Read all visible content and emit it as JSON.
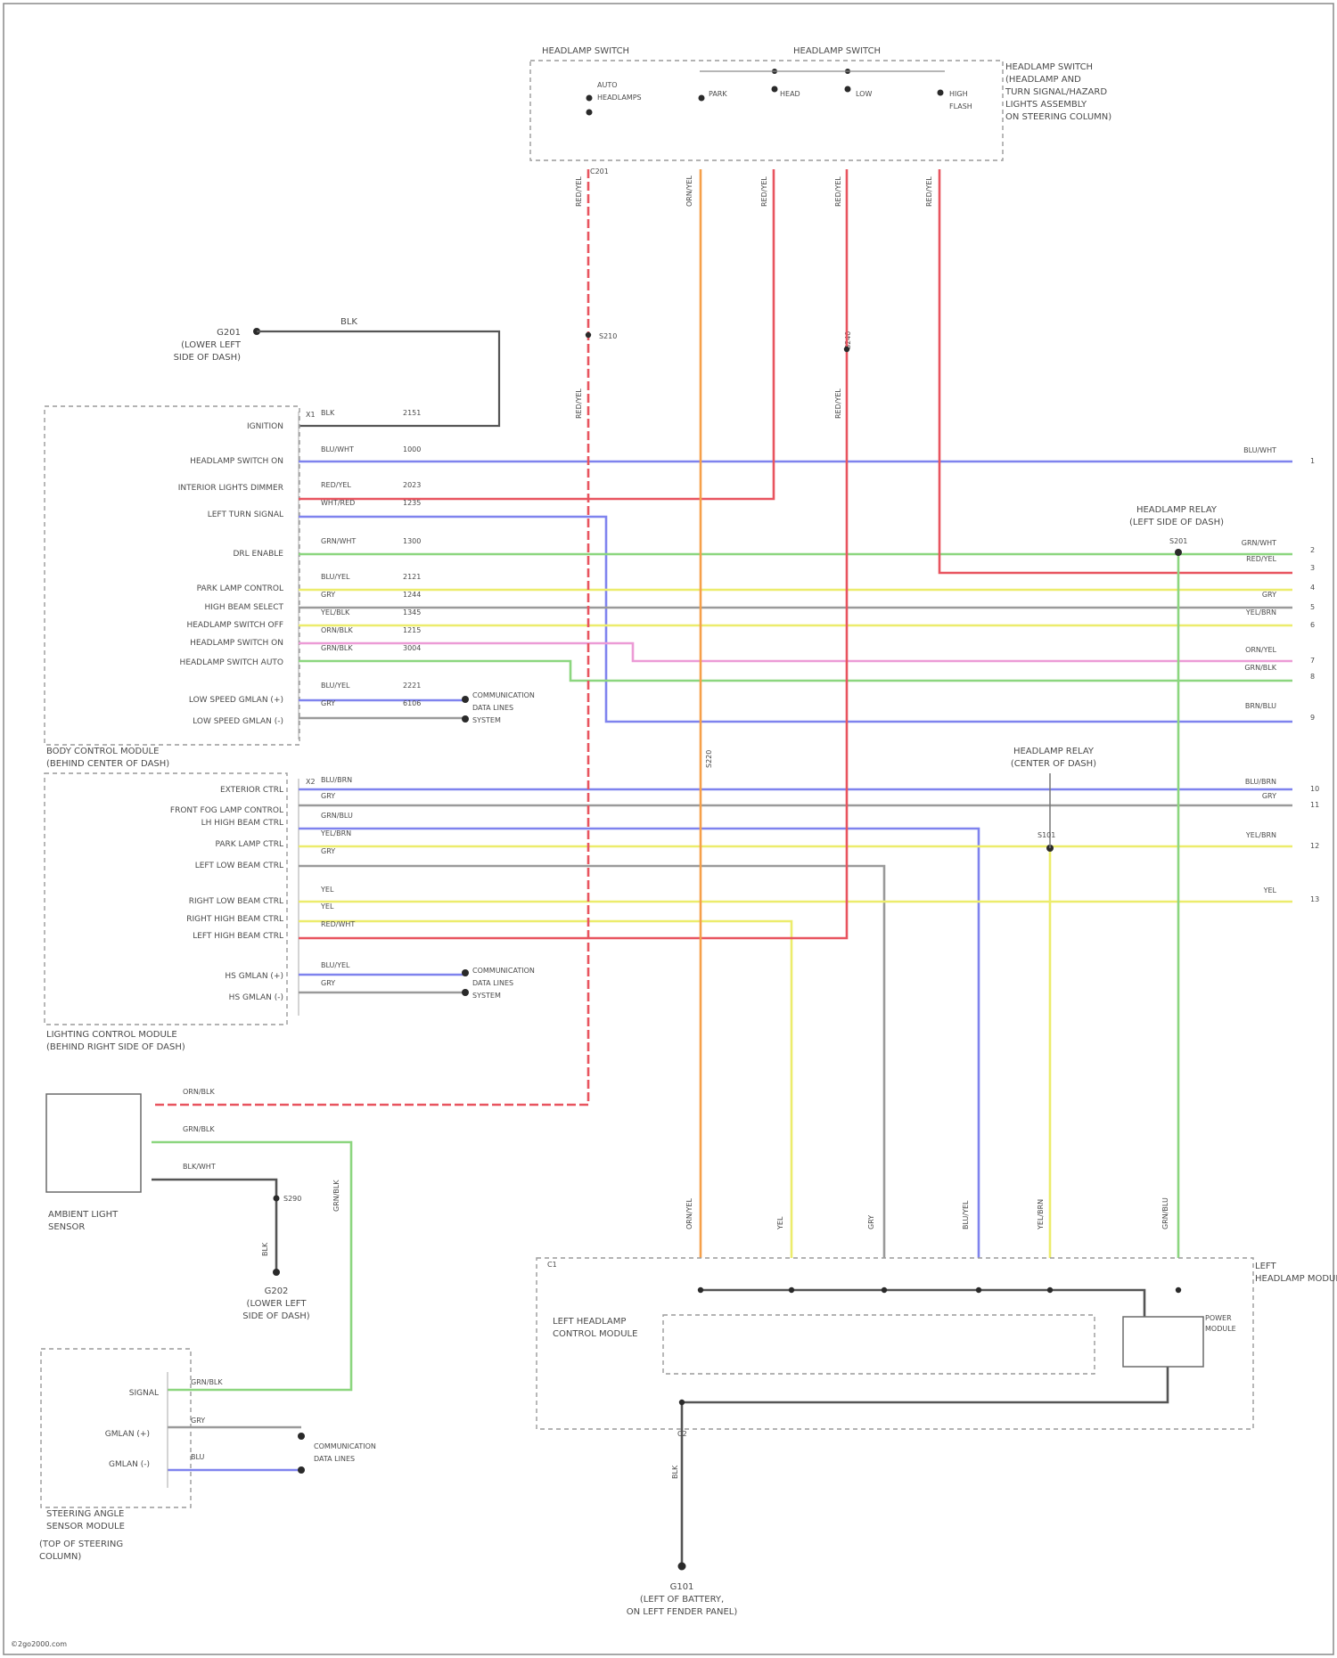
{
  "footer": {
    "text": "©2go2000.com"
  },
  "components": {
    "top_left_section": "HEADLAMP SWITCH",
    "top_right_section": "HEADLAMP SWITCH",
    "top_switch_desc": [
      "HEADLAMP SWITCH",
      "(HEADLAMP AND",
      "TURN SIGNAL/HAZARD",
      "LIGHTS ASSEMBLY",
      "ON STEERING COLUMN)"
    ],
    "switch_positions": [
      "AUTO",
      "HEADLAMPS",
      "PARK",
      "HEAD",
      "LOW",
      "HIGH",
      "FLASH"
    ],
    "ground_top": [
      "G201",
      "(LOWER LEFT",
      "SIDE OF DASH)"
    ],
    "bcm": [
      "BODY CONTROL MODULE",
      "(BEHIND CENTER OF DASH)"
    ],
    "lcm": [
      "LIGHTING CONTROL MODULE",
      "(BEHIND RIGHT SIDE OF DASH)"
    ],
    "ambient": [
      "AMBIENT LIGHT",
      "SENSOR"
    ],
    "ground_mid": [
      "G202",
      "(LOWER LEFT",
      "SIDE OF DASH)"
    ],
    "steering": [
      "STEERING ANGLE",
      "SENSOR MODULE",
      "(TOP OF STEERING",
      "COLUMN)"
    ],
    "relay_left": [
      "HEADLAMP RELAY",
      "(LEFT SIDE OF DASH)"
    ],
    "relay_center": [
      "HEADLAMP RELAY",
      "(CENTER OF DASH)"
    ],
    "data_lines_1": [
      "COMMUNICATION",
      "DATA LINES",
      "SYSTEM"
    ],
    "data_lines_2": [
      "COMMUNICATION",
      "DATA LINES",
      "SYSTEM"
    ],
    "data_lines_3": [
      "COMMUNICATION",
      "DATA LINES"
    ],
    "headlamp_module": [
      "LEFT HEADLAMP",
      "CONTROL MODULE"
    ],
    "power_module": [
      "POWER",
      "MODULE"
    ],
    "headlamp_assy": [
      "LEFT",
      "HEADLAMP MODULE"
    ],
    "ground_bottom": [
      "G101",
      "(LEFT OF BATTERY,",
      "ON LEFT FENDER PANEL)"
    ]
  },
  "bcm_pins": [
    "IGNITION",
    "HEADLAMP SWITCH ON",
    "INTERIOR LIGHTS DIMMER",
    "LEFT TURN SIGNAL",
    "DRL ENABLE",
    "PARK LAMP CONTROL",
    "HIGH BEAM SELECT",
    "HEADLAMP SWITCH OFF",
    "HEADLAMP SWITCH ON",
    "HEADLAMP SWITCH AUTO",
    "LOW SPEED GMLAN (+)",
    "LOW SPEED GMLAN (-)"
  ],
  "lcm_pins": [
    "EXTERIOR CTRL",
    "FRONT FOG LAMP CONTROL",
    "LH HIGH BEAM CTRL",
    "PARK LAMP CTRL",
    "LEFT LOW BEAM CTRL",
    "RIGHT LOW BEAM CTRL",
    "RIGHT HIGH BEAM CTRL",
    "LEFT HIGH BEAM CTRL",
    "HS GMLAN (+)",
    "HS GMLAN (-)"
  ],
  "steering_pins": [
    "SIGNAL",
    "GMLAN (+)",
    "GMLAN (-)"
  ],
  "wire_labels": {
    "bcm": [
      "BLK",
      "BLU/WHT",
      "RED/YEL",
      "WHT/RED",
      "GRN/WHT",
      "BLU/YEL",
      "GRY",
      "YEL/BLK",
      "ORN/BLK",
      "GRN/BLK",
      "BLU/YEL",
      "GRY"
    ],
    "lcm": [
      "BLU/BRN",
      "GRY",
      "GRN/BLU",
      "YEL/BRN",
      "GRY",
      "YEL",
      "YEL",
      "RED/WHT",
      "BLU/YEL",
      "GRY"
    ],
    "circuits": [
      "2151",
      "1000",
      "2023",
      "1235",
      "1300",
      "2121",
      "1244",
      "1345",
      "1215",
      "3004",
      "2221",
      "6106"
    ],
    "right_edge": [
      "BLU/WHT",
      "GRN/WHT",
      "RED/YEL",
      "GRY",
      "YEL/BRN",
      "ORN/YEL",
      "GRN/BLK",
      "BRN/BLU",
      "BLU/BRN",
      "GRY",
      "YEL/BRN",
      "YEL"
    ],
    "vertical": [
      "RED/YEL",
      "ORN/YEL",
      "RED/YEL",
      "RED/YEL",
      "RED/YEL",
      "ORN/YEL",
      "YEL",
      "GRY",
      "BLU/YEL",
      "YEL/BRN",
      "GRN/BLU",
      "BLK"
    ],
    "ambient": [
      "ORN/BLK",
      "GRN/BLK",
      "BLK/WHT",
      "BLK"
    ],
    "steering": [
      "GRN/BLK",
      "GRY",
      "BLU"
    ]
  },
  "right_pin_numbers": [
    "1",
    "2",
    "3",
    "4",
    "5",
    "6",
    "7",
    "8",
    "9",
    "10",
    "11",
    "12",
    "13"
  ],
  "splices": [
    "S210",
    "S240",
    "S220",
    "S201",
    "S101",
    "S290"
  ],
  "connector_ids": [
    "X1",
    "X2",
    "C201",
    "C1",
    "C2"
  ],
  "colors": {
    "red": "#e8545f",
    "orange": "#f5a04a",
    "blue": "#7f83ee",
    "green": "#8cd67f",
    "yellow": "#ecec6c",
    "pink": "#ec9bd6",
    "gray": "#9a9a9a",
    "dark": "#555555"
  }
}
